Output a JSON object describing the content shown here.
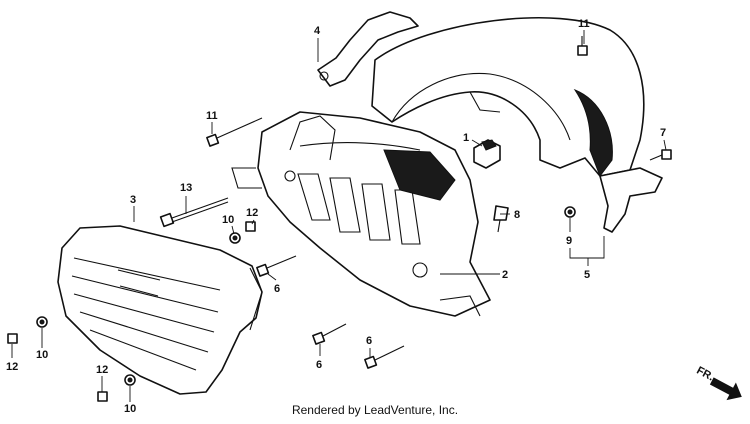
{
  "footer": {
    "text": "Rendered by LeadVenture, Inc."
  },
  "fr_arrow": {
    "label": "FR."
  },
  "callouts": [
    {
      "id": "c1",
      "label": "1"
    },
    {
      "id": "c2",
      "label": "2"
    },
    {
      "id": "c3",
      "label": "3"
    },
    {
      "id": "c4",
      "label": "4"
    },
    {
      "id": "c5",
      "label": "5"
    },
    {
      "id": "c6a",
      "label": "6"
    },
    {
      "id": "c6b",
      "label": "6"
    },
    {
      "id": "c6c",
      "label": "6"
    },
    {
      "id": "c7",
      "label": "7"
    },
    {
      "id": "c8",
      "label": "8"
    },
    {
      "id": "c9",
      "label": "9"
    },
    {
      "id": "c10a",
      "label": "10"
    },
    {
      "id": "c10b",
      "label": "10"
    },
    {
      "id": "c10c",
      "label": "10"
    },
    {
      "id": "c11a",
      "label": "11"
    },
    {
      "id": "c11b",
      "label": "11"
    },
    {
      "id": "c12a",
      "label": "12"
    },
    {
      "id": "c12b",
      "label": "12"
    },
    {
      "id": "c12c",
      "label": "12"
    },
    {
      "id": "c13",
      "label": "13"
    }
  ],
  "colors": {
    "ink": "#111111",
    "paper": "#ffffff"
  }
}
